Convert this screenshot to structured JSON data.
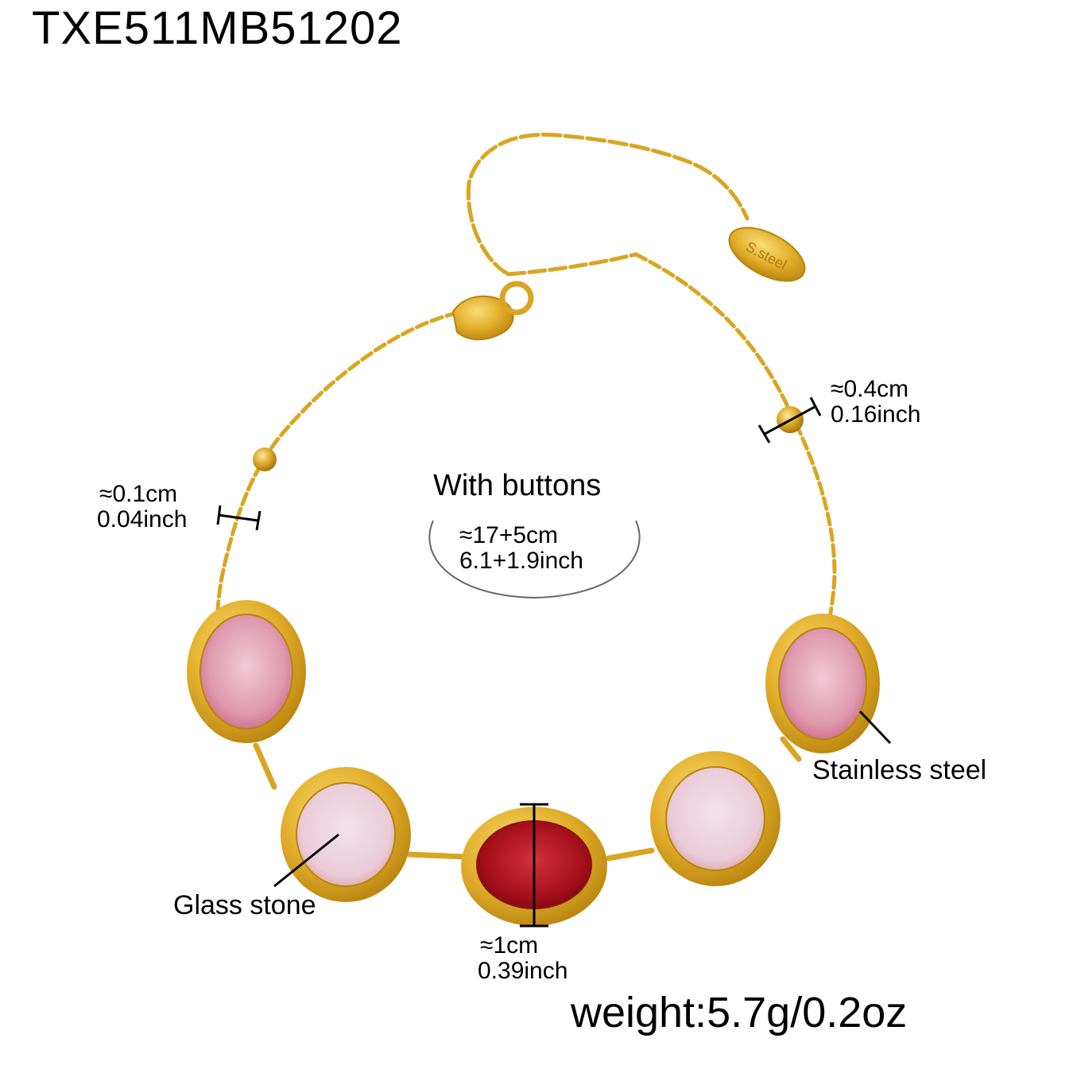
{
  "product": {
    "sku": "TXE511MB51202",
    "tag_engraving": "S.steel",
    "weight_label": "weight:5.7g/0.2oz"
  },
  "length": {
    "title": "With buttons",
    "cm": "≈17+5cm",
    "inch": "6.1+1.9inch"
  },
  "dimensions": {
    "bead": {
      "cm": "≈0.4cm",
      "inch": "0.16inch"
    },
    "chain": {
      "cm": "≈0.1cm",
      "inch": "0.04inch"
    },
    "stone": {
      "cm": "≈1cm",
      "inch": "0.39inch"
    }
  },
  "callouts": {
    "glass_stone": "Glass stone",
    "stainless_steel": "Stainless steel"
  },
  "colors": {
    "gold": "#E3B22E",
    "gold_dark": "#C08A12",
    "gold_light": "#F6D76A",
    "stone_pink": "#E7A3B6",
    "stone_light_pink": "#EDD3DE",
    "stone_red": "#B0131E"
  }
}
